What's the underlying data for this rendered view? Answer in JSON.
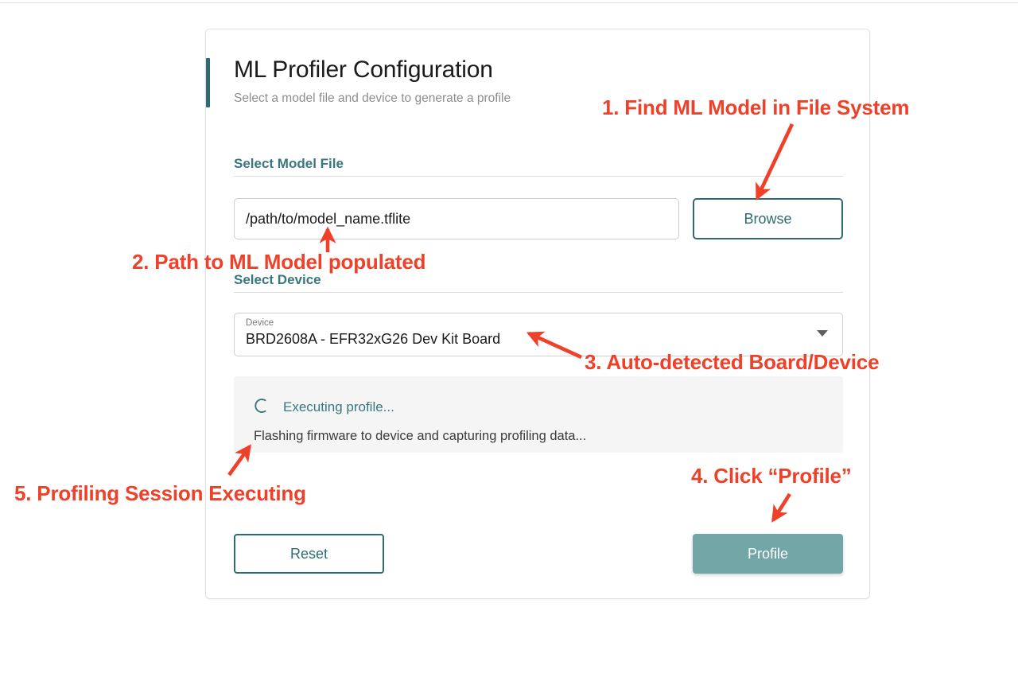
{
  "card": {
    "title": "ML Profiler Configuration",
    "subtitle": "Select a model file and device to generate a profile",
    "accent_color": "#2e6b70"
  },
  "sections": {
    "model": {
      "label": "Select Model File",
      "input_value": "/path/to/model_name.tflite",
      "input_placeholder": "/path/to/model_name.tflite",
      "browse_label": "Browse"
    },
    "device": {
      "label": "Select Device",
      "field_label": "Device",
      "selected_value": "BRD2608A - EFR32xG26 Dev Kit Board"
    }
  },
  "status": {
    "title": "Executing profile...",
    "detail": "Flashing firmware to device and capturing profiling data...",
    "spinner_icon": "spinner-arc-icon",
    "title_color": "#38777d",
    "background_color": "#f5f5f5"
  },
  "footer": {
    "reset_label": "Reset",
    "profile_label": "Profile",
    "profile_color": "#73a6a6"
  },
  "annotations": {
    "color": "#ef4129",
    "items": [
      {
        "id": "1",
        "text": "1. Find ML Model in File System"
      },
      {
        "id": "2",
        "text": "2. Path to ML Model populated"
      },
      {
        "id": "3",
        "text": "3. Auto-detected Board/Device"
      },
      {
        "id": "4",
        "text": "4. Click “Profile”"
      },
      {
        "id": "5",
        "text": "5. Profiling Session Executing"
      }
    ]
  }
}
